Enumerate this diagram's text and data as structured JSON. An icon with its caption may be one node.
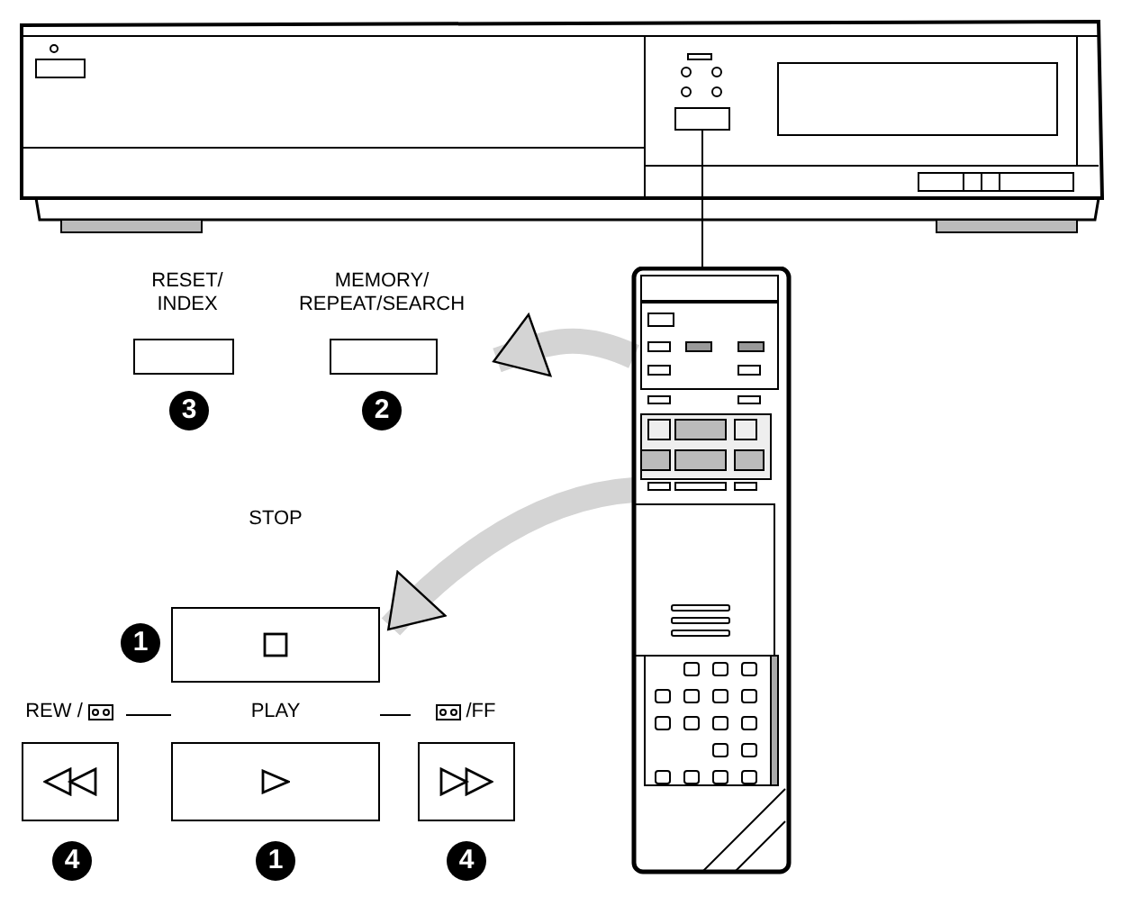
{
  "diagram": {
    "nodes": [
      {
        "text": [],
        "shape": "picture"
      },
      {
        "text": [],
        "shape": "picture"
      },
      {
        "text": [
          "RESET/ INDEX"
        ]
      },
      {
        "text": [
          "MEMORY/ REPEAT/SEARCH"
        ]
      },
      {
        "text": [
          "STOP"
        ]
      },
      {
        "text": [
          "REW /"
        ]
      },
      {
        "text": [
          "PLAY"
        ]
      },
      {
        "text": [
          "/FF"
        ]
      }
    ],
    "edges": [
      {
        "from": 0,
        "to": 1,
        "arrow": "none"
      },
      {
        "from": 1,
        "to": 3,
        "arrow": "to",
        "style": "thick",
        "color": "#d4d4d4"
      },
      {
        "from": 1,
        "to": 4,
        "arrow": "to",
        "style": "thick",
        "color": "#d4d4d4"
      },
      {
        "from": 5,
        "to": 6,
        "arrow": "none"
      },
      {
        "from": 6,
        "to": 7,
        "arrow": "none"
      }
    ],
    "labels": [
      "3",
      "2",
      "1",
      "4",
      "1",
      "4"
    ]
  }
}
